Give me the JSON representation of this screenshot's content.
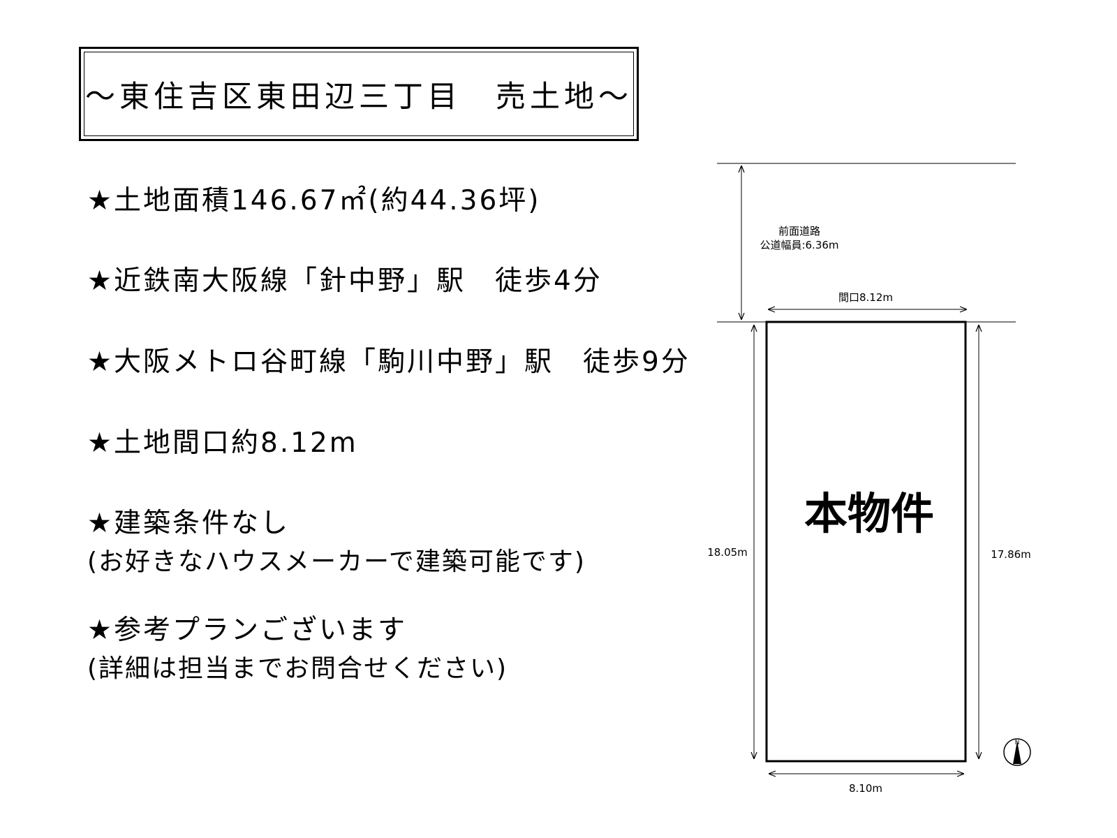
{
  "title": "～東住吉区東田辺三丁目　売土地～",
  "features": [
    "★土地面積146.67㎡(約44.36坪)",
    "★近鉄南大阪線「針中野」駅　徒歩4分",
    "★大阪メトロ谷町線「駒川中野」駅　徒歩9分",
    "★土地間口約8.12m",
    "★建築条件なし",
    "(お好きなハウスメーカーで建築可能です)",
    "★参考プランございます",
    "(詳細は担当までお問合せください)"
  ],
  "plan": {
    "road_label": "前面道路",
    "road_width": "公道幅員:6.36m",
    "frontage": "間口8.12m",
    "property_label": "本物件",
    "left_depth": "18.05m",
    "right_depth": "17.86m",
    "bottom_width": "8.10m",
    "north_label": "N"
  }
}
